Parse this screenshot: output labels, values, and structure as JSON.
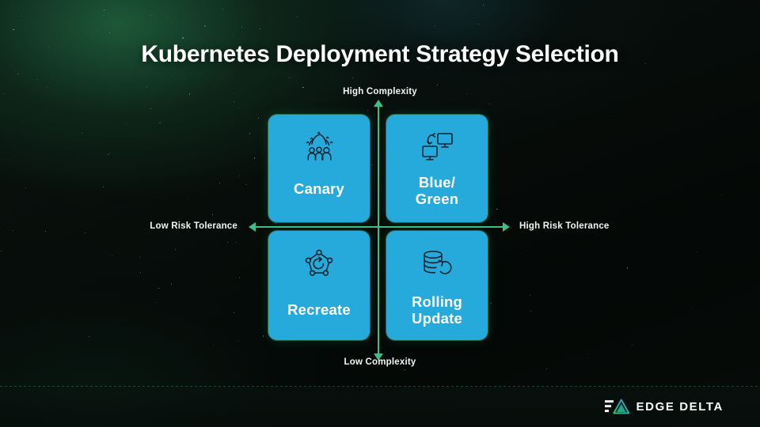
{
  "slide": {
    "title": "Kubernetes Deployment Strategy Selection",
    "background_colors": {
      "base": "#050806",
      "glow_green": "#1e5c3a",
      "glow_teal": "#18464e"
    }
  },
  "axes": {
    "accent_color": "#3bbf85",
    "top_label": "High Complexity",
    "bottom_label": "Low Complexity",
    "left_label": "Low Risk Tolerance",
    "right_label": "High Risk Tolerance"
  },
  "quadrants": [
    {
      "id": "canary",
      "label": "Canary",
      "icon": "celebration-people-icon",
      "position": "top-left",
      "complexity": "High Complexity",
      "risk_tolerance": "Low Risk Tolerance",
      "card_color": "#26a9db"
    },
    {
      "id": "blue-green",
      "label": "Blue/\nGreen",
      "label_line1": "Blue/",
      "label_line2": "Green",
      "icon": "two-monitors-swap-icon",
      "position": "top-right",
      "complexity": "High Complexity",
      "risk_tolerance": "High Risk Tolerance",
      "card_color": "#26a9db"
    },
    {
      "id": "recreate",
      "label": "Recreate",
      "icon": "pentagon-network-refresh-icon",
      "position": "bottom-left",
      "complexity": "Low Complexity",
      "risk_tolerance": "Low Risk Tolerance",
      "card_color": "#26a9db"
    },
    {
      "id": "rolling-update",
      "label": "Rolling\nUpdate",
      "label_line1": "Rolling",
      "label_line2": "Update",
      "icon": "database-refresh-icon",
      "position": "bottom-right",
      "complexity": "Low Complexity",
      "risk_tolerance": "High Risk Tolerance",
      "card_color": "#26a9db"
    }
  ],
  "footer": {
    "brand_name": "EDGE DELTA",
    "logo_icon": "edge-delta-logo-icon",
    "logo_gradient_from": "#2bbf6e",
    "logo_gradient_to": "#2f8fe0"
  }
}
